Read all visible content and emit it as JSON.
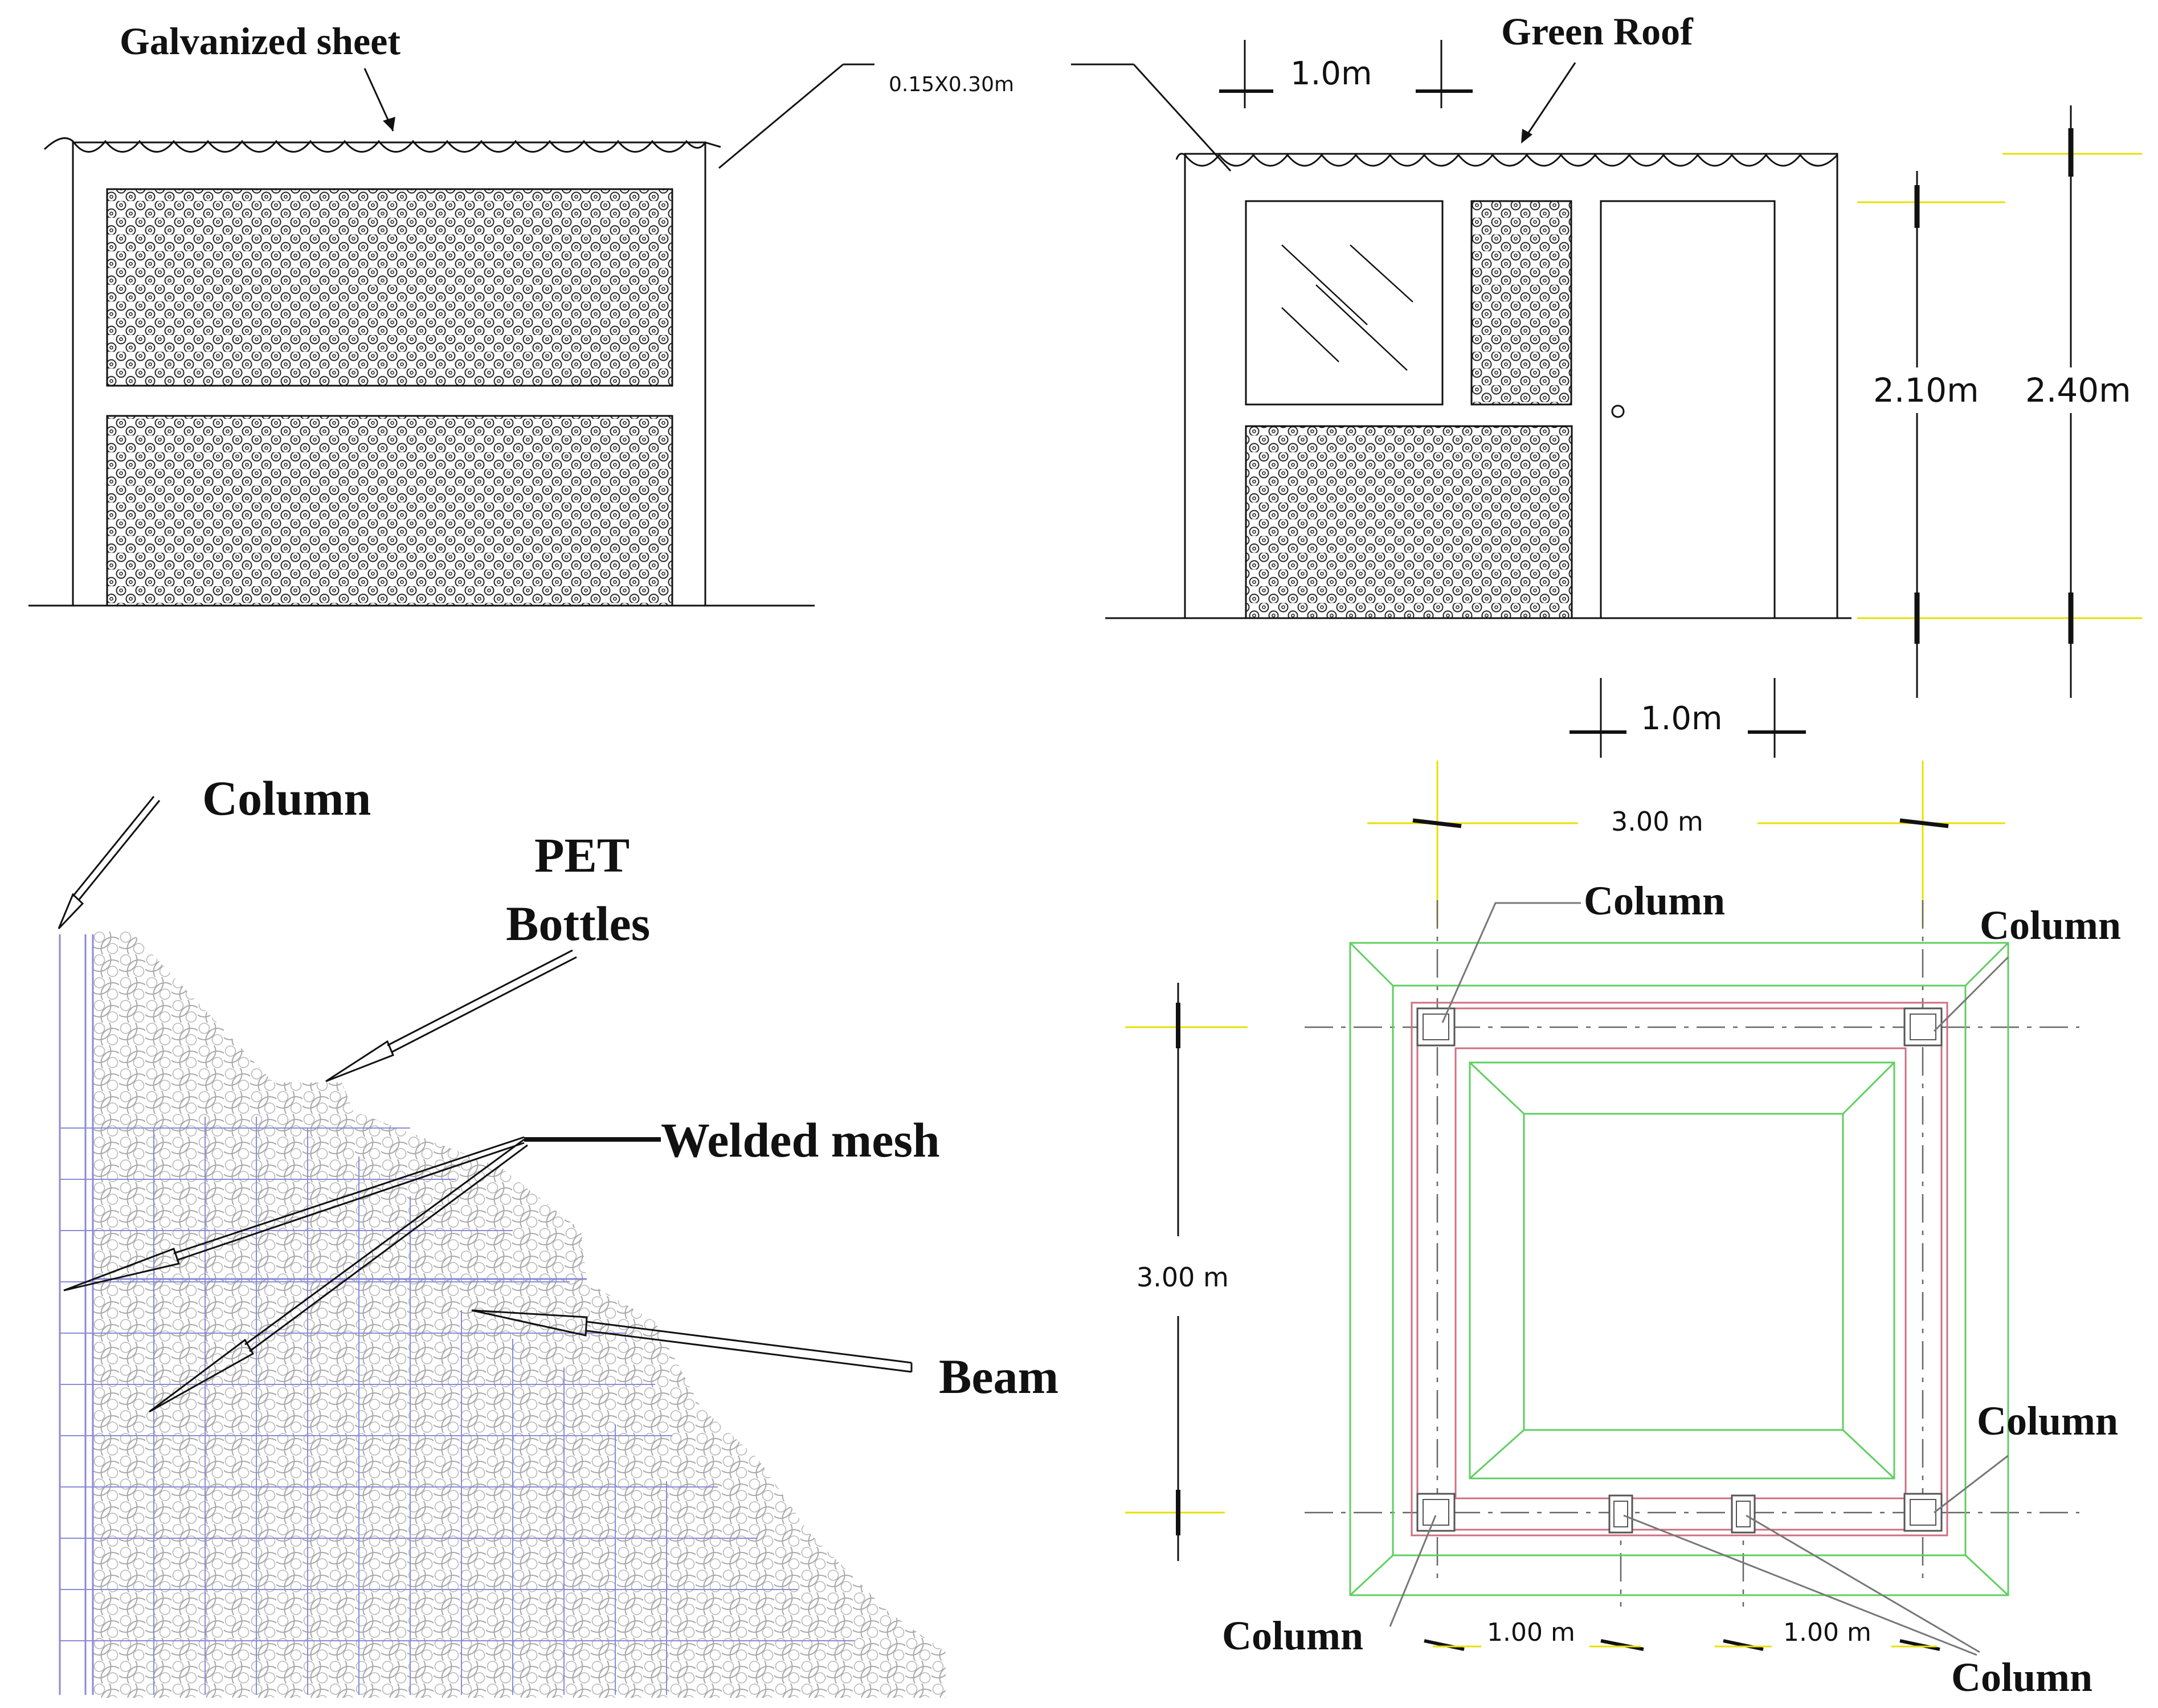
{
  "labels": {
    "galvanized_sheet": "Galvanized sheet",
    "beam_dim": "0.15X0.30m",
    "green_roof": "Green Roof",
    "dim_1m_top": "1.0m",
    "dim_210": "2.10m",
    "dim_240": "2.40m",
    "dim_1m_bottom": "1.0m",
    "column_detail": "Column",
    "pet_line1": "PET",
    "pet_line2": "Bottles",
    "welded_mesh": "Welded mesh",
    "beam": "Beam",
    "plan_width": "3.00  m",
    "plan_height": "3.00  m",
    "col_top_left": "Column",
    "col_top_right": "Column",
    "col_right_lower": "Column",
    "col_bottom_left": "Column",
    "col_bottom_right": "Column",
    "plan_1m_a": "1.00  m",
    "plan_1m_b": "1.00  m"
  },
  "colors": {
    "line": "#111111",
    "cad_yellow": "#e8e000",
    "cad_green": "#5fcf5f",
    "cad_red": "#cf6f7f",
    "cad_blue": "#8a8ad8",
    "bottle_grey": "#9a9a9a"
  }
}
